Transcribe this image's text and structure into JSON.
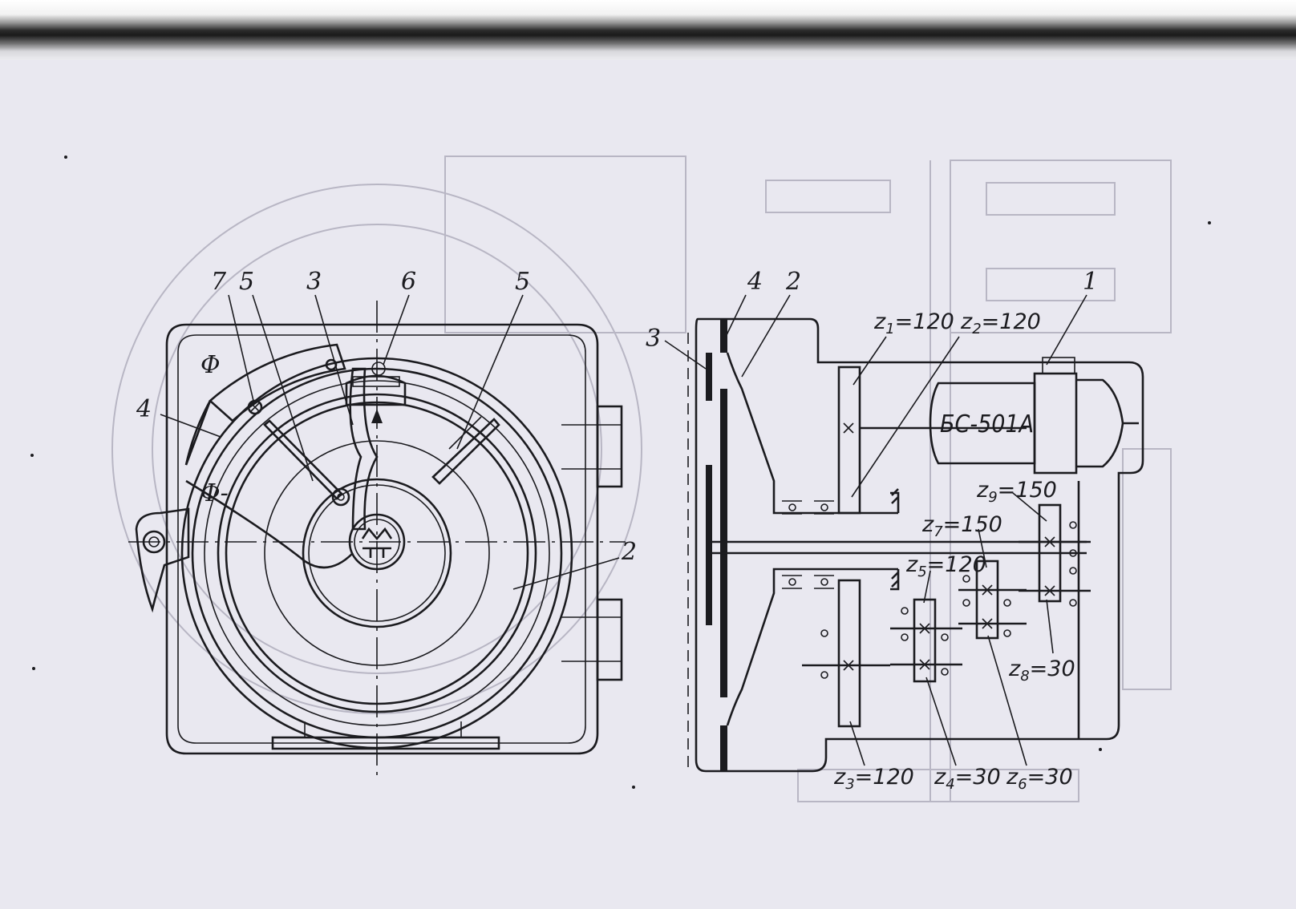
{
  "left_view": {
    "callouts": [
      "7",
      "5",
      "3",
      "6",
      "5",
      "4",
      "2"
    ],
    "symbols": [
      "Φ",
      "Φ-"
    ]
  },
  "right_view": {
    "callouts": [
      "4",
      "2",
      "3",
      "1"
    ],
    "motor_label": "БС-501А",
    "gears": [
      {
        "name": "z",
        "index": "1",
        "teeth": "=120"
      },
      {
        "name": "z",
        "index": "2",
        "teeth": "=120"
      },
      {
        "name": "z",
        "index": "9",
        "teeth": "=150"
      },
      {
        "name": "z",
        "index": "7",
        "teeth": "=150"
      },
      {
        "name": "z",
        "index": "5",
        "teeth": "=120"
      },
      {
        "name": "z",
        "index": "8",
        "teeth": "=30"
      },
      {
        "name": "z",
        "index": "3",
        "teeth": "=120"
      },
      {
        "name": "z",
        "index": "4",
        "teeth": "=30"
      },
      {
        "name": "z",
        "index": "6",
        "teeth": "=30"
      }
    ]
  }
}
